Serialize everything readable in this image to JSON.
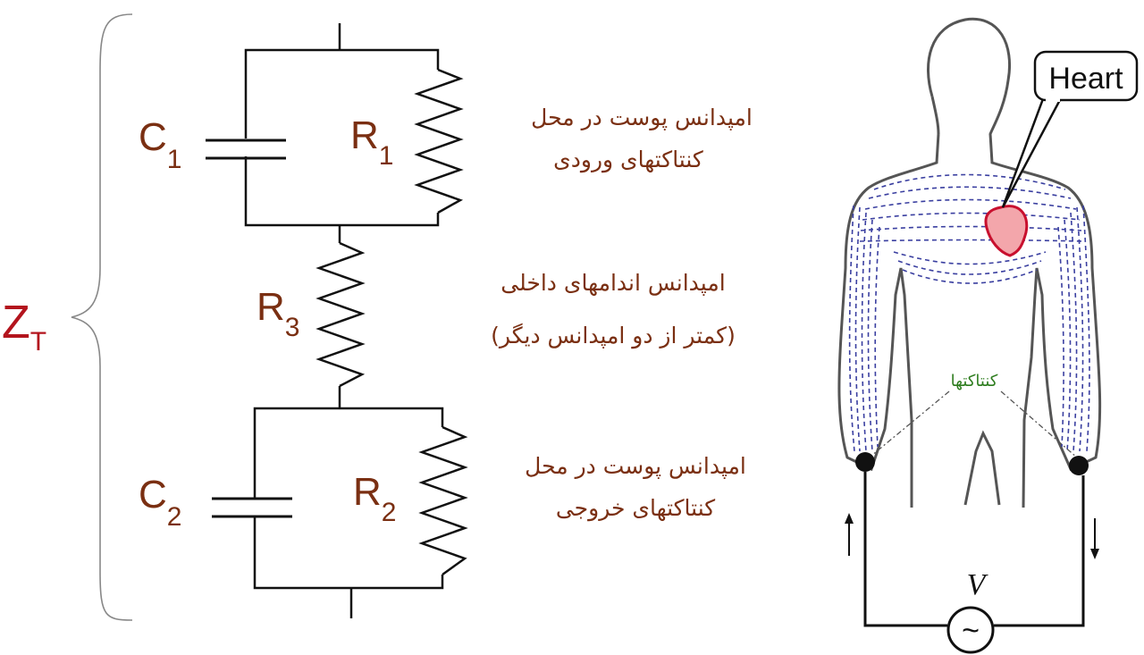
{
  "circuit": {
    "total": {
      "main": "Z",
      "sub": "T"
    },
    "c1": {
      "main": "C",
      "sub": "1"
    },
    "r1": {
      "main": "R",
      "sub": "1"
    },
    "r3": {
      "main": "R",
      "sub": "3"
    },
    "c2": {
      "main": "C",
      "sub": "2"
    },
    "r2": {
      "main": "R",
      "sub": "2"
    }
  },
  "notes": {
    "input_line1": "امپدانس پوست در محل",
    "input_line2": "کنتاکتهای ورودی",
    "internal_line1": "امپدانس اندامهای داخلی",
    "internal_line2": "(کمتر از دو امپدانس دیگر)",
    "output_line1": "امپدانس پوست در محل",
    "output_line2": "کنتاکتهای خروجی"
  },
  "body": {
    "heart_label": "Heart",
    "contacts_label": "کنتاکتها",
    "voltage_label": "V",
    "source_symbol": "~"
  },
  "colors": {
    "component_label": "#7a2f12",
    "total_label": "#b3141d",
    "heart_fill": "#f3a6ab",
    "heart_stroke": "#c8102e",
    "current_lines": "#3a3fa0",
    "contacts_label": "#2e7d1f"
  }
}
